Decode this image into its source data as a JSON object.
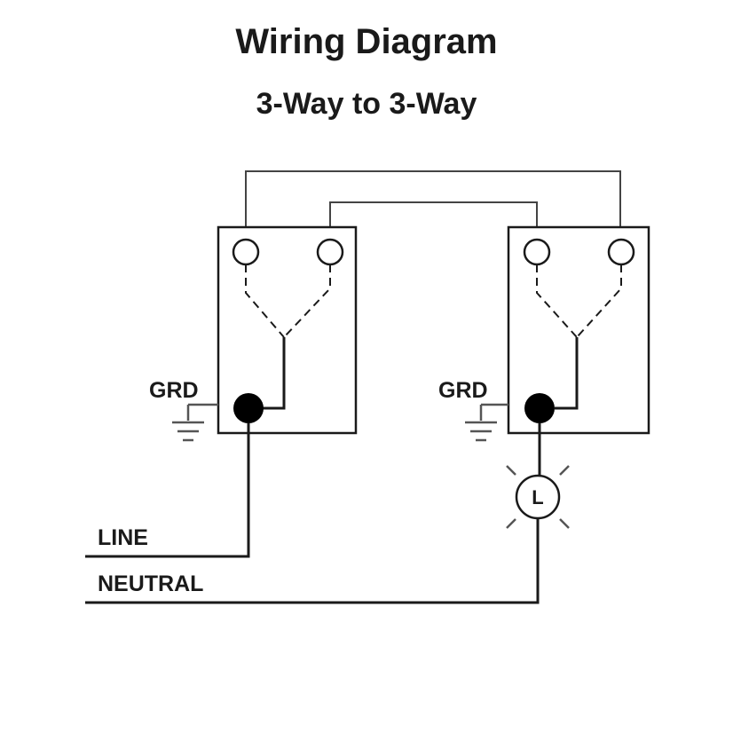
{
  "title": "Wiring Diagram",
  "subtitle": "3-Way to 3-Way",
  "switches": [
    {
      "ground_label": "GRD"
    },
    {
      "ground_label": "GRD"
    }
  ],
  "lamp": {
    "letter": "L"
  },
  "wires": {
    "line_label": "LINE",
    "neutral_label": "NEUTRAL"
  },
  "colors": {
    "ink": "#1a1a1a",
    "common_terminal": "#000000",
    "background": "#ffffff"
  }
}
